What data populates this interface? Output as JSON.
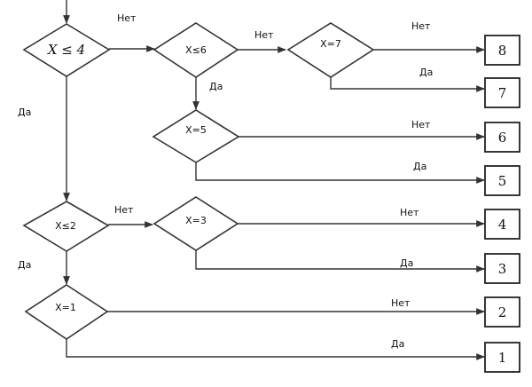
{
  "diagram": {
    "decisions": {
      "x_le_4": "X ≤ 4",
      "x_le_6": "X≤6",
      "x_eq_7": "X=7",
      "x_eq_5": "X=5",
      "x_le_2": "X≤2",
      "x_eq_3": "X=3",
      "x_eq_1": "X=1"
    },
    "edge_labels": {
      "yes": "Да",
      "no": "Нет"
    },
    "results": [
      "8",
      "7",
      "6",
      "5",
      "4",
      "3",
      "2",
      "1"
    ]
  }
}
